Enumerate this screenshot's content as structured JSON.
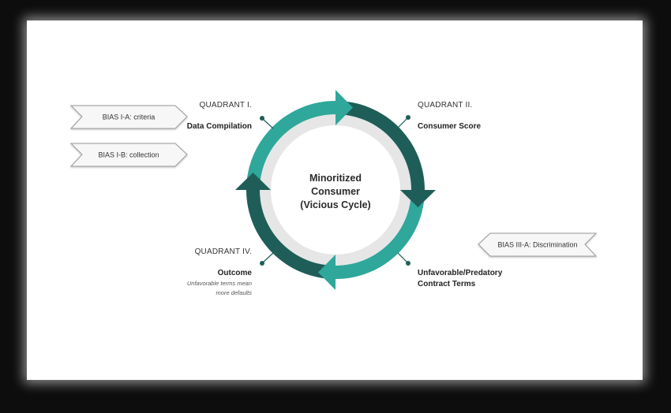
{
  "center": {
    "line1": "Minoritized",
    "line2": "Consumer",
    "line3": "(Vicious Cycle)"
  },
  "quadrants": {
    "q1": {
      "heading": "QUADRANT I.",
      "title": "Data Compilation"
    },
    "q2": {
      "heading": "QUADRANT II.",
      "title": "Consumer Score"
    },
    "q3": {
      "title_line1": "Unfavorable/Predatory",
      "title_line2": "Contract Terms"
    },
    "q4": {
      "heading": "QUADRANT IV.",
      "title": "Outcome",
      "note_line1": "Unfavorable terms mean",
      "note_line2": "more defaults"
    }
  },
  "biases": {
    "b1a": "BIAS I-A: criteria",
    "b1b": "BIAS I-B: collection",
    "b3a": "BIAS III-A: Discrimination"
  },
  "colors": {
    "teal_light": "#2fa79b",
    "teal_dark": "#1f5e58",
    "inner_ring": "#e6e6e6",
    "tag_border": "#9a9a9a"
  }
}
